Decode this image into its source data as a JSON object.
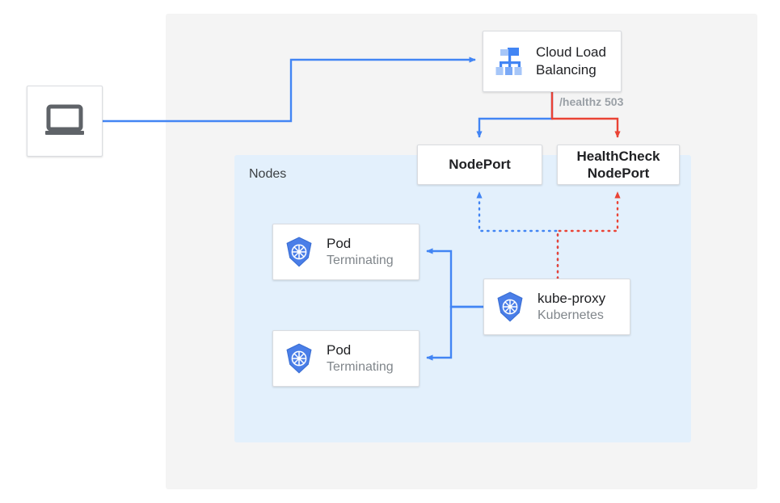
{
  "diagram": {
    "title": "Kubernetes NodePort health check with terminating pods",
    "colors": {
      "blue": "#4285F4",
      "red": "#EA4335",
      "panel_gray": "#f4f4f4",
      "panel_blue": "#e3f0fc",
      "box_border": "#dadce0",
      "text_dark": "#202124",
      "text_muted": "#80868b",
      "icon_gray": "#5f6368"
    },
    "outer_panel": {
      "name": "cloud-region-panel"
    },
    "nodes_panel": {
      "label": "Nodes"
    },
    "client": {
      "icon": "laptop-icon",
      "label": ""
    },
    "load_balancer": {
      "icon": "cloud-load-balancing-icon",
      "title": "Cloud Load",
      "subtitle": "Balancing"
    },
    "healthz": {
      "label": "/healthz 503"
    },
    "nodeport": {
      "label": "NodePort"
    },
    "healthcheck_nodeport": {
      "label_line1": "HealthCheck",
      "label_line2": "NodePort"
    },
    "pods": [
      {
        "icon": "kubernetes-icon",
        "title": "Pod",
        "status": "Terminating"
      },
      {
        "icon": "kubernetes-icon",
        "title": "Pod",
        "status": "Terminating"
      }
    ],
    "kube_proxy": {
      "icon": "kubernetes-icon",
      "title": "kube-proxy",
      "subtitle": "Kubernetes"
    }
  }
}
